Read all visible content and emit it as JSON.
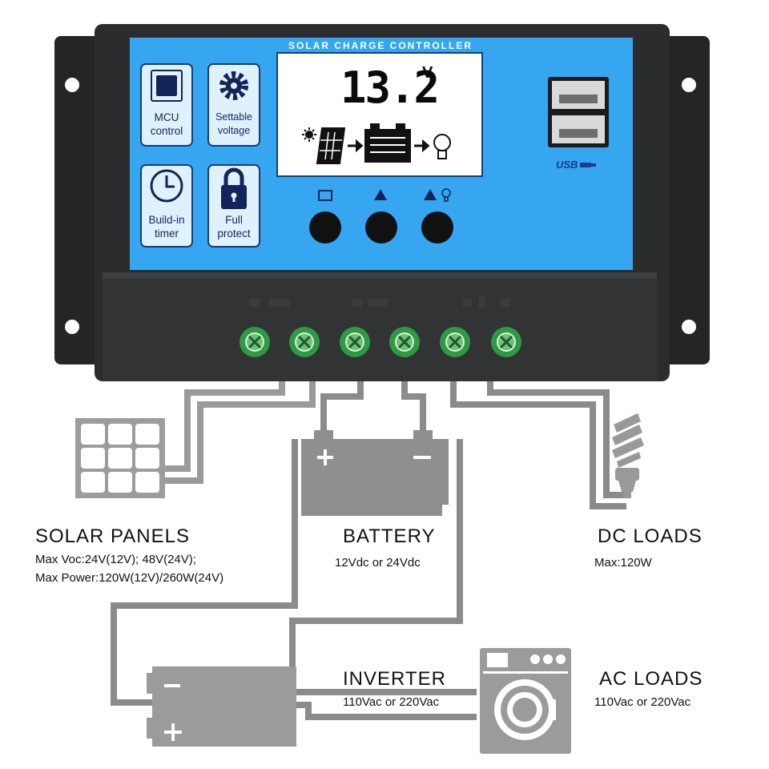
{
  "controller": {
    "title": "SOLAR CHARGE CONTROLLER",
    "display": {
      "value": "13.2",
      "unit": "V"
    },
    "features": [
      {
        "icon": "mcu-chip-icon",
        "line1": "MCU",
        "line2": "control"
      },
      {
        "icon": "gear-icon",
        "line1": "Settable",
        "line2": "voltage"
      },
      {
        "icon": "clock-icon",
        "line1": "Build-in",
        "line2": "timer"
      },
      {
        "icon": "padlock-icon",
        "line1": "Full",
        "line2": "protect"
      }
    ],
    "usb_label": "USB",
    "colors": {
      "panel": "#35a6ef",
      "body": "#2b2c2e",
      "terminal": "#2e9a44"
    }
  },
  "diagram": {
    "solar": {
      "title": "SOLAR  PANELS",
      "line1": "Max  Voc:24V(12V); 48V(24V);",
      "line2": "Max  Power:120W(12V)/260W(24V)"
    },
    "battery": {
      "title": "BATTERY",
      "line1": "12Vdc  or  24Vdc"
    },
    "dc_loads": {
      "title": "DC  LOADS",
      "line1": "Max:120W"
    },
    "inverter": {
      "title": "INVERTER",
      "line1": "110Vac  or  220Vac"
    },
    "ac_loads": {
      "title": "AC  LOADS",
      "line1": "110Vac  or  220Vac"
    },
    "colors": {
      "wire": "#8b8b8b",
      "device": "#8f8f8f"
    }
  }
}
